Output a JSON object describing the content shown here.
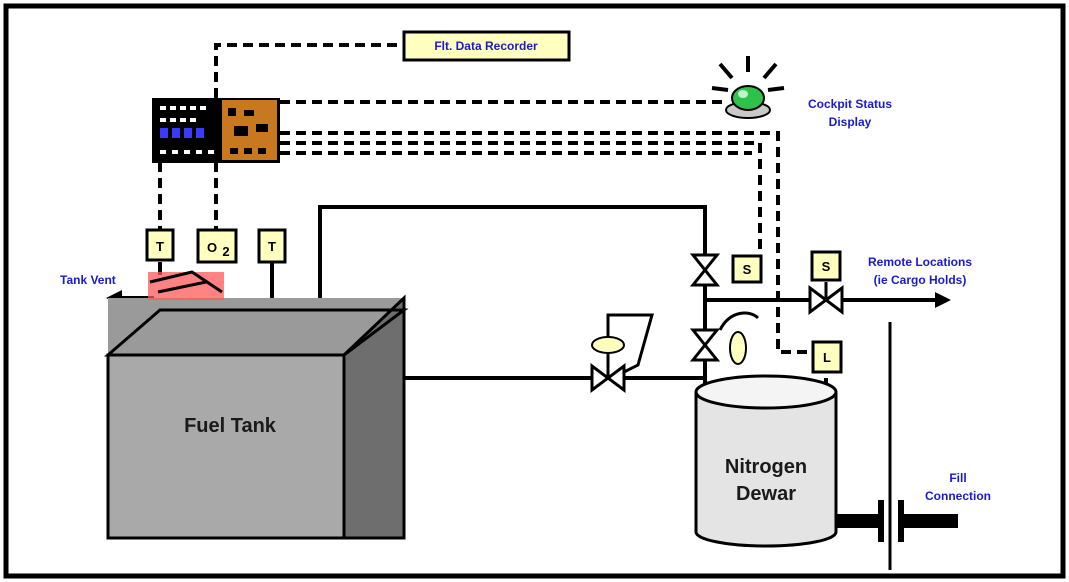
{
  "labels": {
    "flight_data_recorder": "Flt. Data Recorder",
    "cockpit_status_line1": "Cockpit Status",
    "cockpit_status_line2": "Display",
    "tank_vent": "Tank Vent",
    "remote_locations_line1": "Remote Locations",
    "remote_locations_line2": "(ie Cargo Holds)",
    "fuel_tank": "Fuel Tank",
    "nitrogen_dewar_line1": "Nitrogen",
    "nitrogen_dewar_line2": "Dewar",
    "fill_connection_line1": "Fill",
    "fill_connection_line2": "Connection"
  },
  "sensors": {
    "temp_sensor_1": "T",
    "oxygen_sensor_base": "O",
    "oxygen_sensor_sub": "2",
    "temp_sensor_2": "T",
    "solenoid_1": "S",
    "solenoid_2": "S",
    "level_sensor": "L"
  },
  "colors": {
    "label_blue": "#1a1ad0",
    "box_yellow": "#ffffc0",
    "tank_gray": "#a9a9a9",
    "vent_highlight": "#ff4a4a",
    "status_light_green": "#2ec24a",
    "controller_orange": "#c8781e"
  }
}
